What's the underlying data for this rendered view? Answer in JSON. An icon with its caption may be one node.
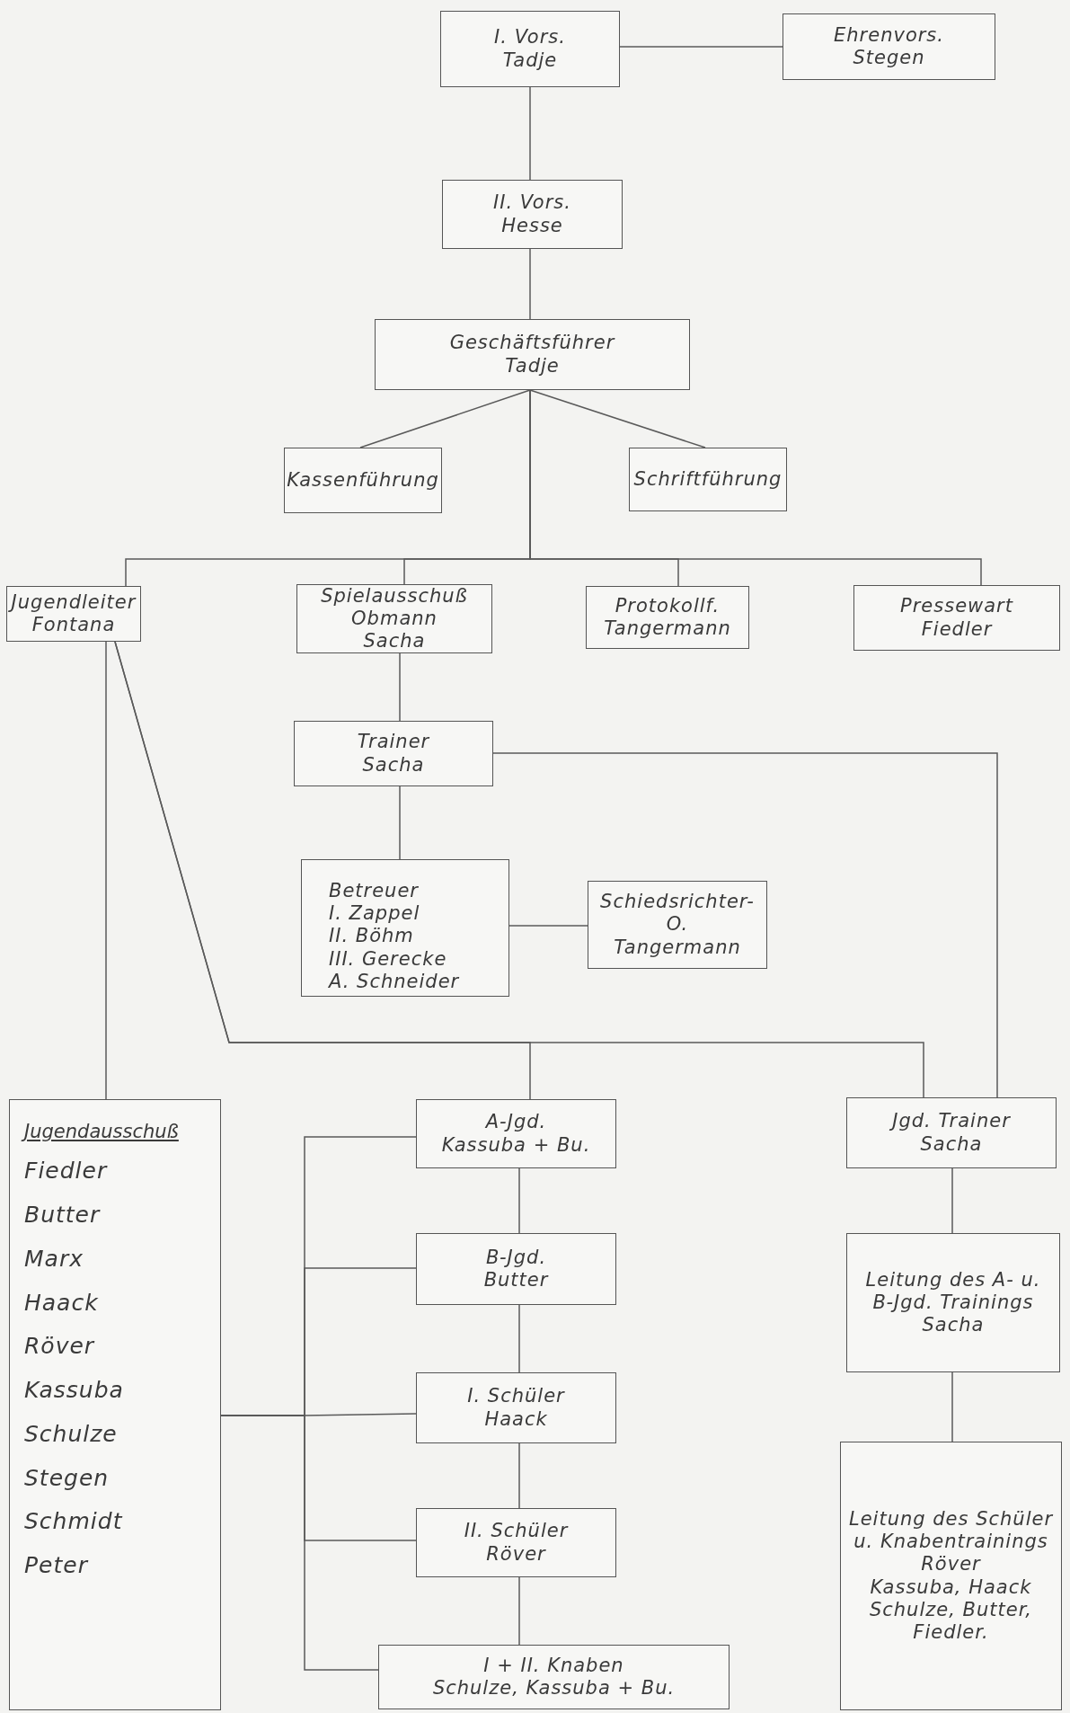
{
  "diagram": {
    "nodes": [
      {
        "text": [
          "I. Vors.",
          "Tadje"
        ]
      },
      {
        "text": [
          "Ehrenvors.",
          "Stegen"
        ]
      },
      {
        "text": [
          "II. Vors.",
          "Hesse"
        ]
      },
      {
        "text": [
          "Geschäftsführer",
          "Tadje"
        ]
      },
      {
        "text": [
          "Kassenführung"
        ]
      },
      {
        "text": [
          "Schriftführung"
        ]
      },
      {
        "text": [
          "Jugendleiter",
          "Fontana"
        ]
      },
      {
        "text": [
          "Spielausschuß Obmann",
          "Sacha"
        ]
      },
      {
        "text": [
          "Protokollf.",
          "Tangermann"
        ]
      },
      {
        "text": [
          "Pressewart",
          "Fiedler"
        ]
      },
      {
        "text": [
          "Trainer",
          "Sacha"
        ]
      },
      {
        "text": [
          "Betreuer",
          "I. Zappel",
          "II. Böhm",
          "III. Gerecke",
          "A. Schneider"
        ]
      },
      {
        "text": [
          "Schiedsrichter-O.",
          "Tangermann"
        ]
      },
      {
        "text": [
          "Jugendausschuß",
          "Fiedler",
          "Butter",
          "Marx",
          "Haack",
          "Röver",
          "Kassuba",
          "Schulze",
          "Stegen",
          "Schmidt",
          "Peter"
        ]
      },
      {
        "text": [
          "A-Jgd.",
          "Kassuba + Bu."
        ]
      },
      {
        "text": [
          "Jgd. Trainer",
          "Sacha"
        ]
      },
      {
        "text": [
          "B-Jgd.",
          "Butter"
        ]
      },
      {
        "text": [
          "Leitung des A- u. B-Jgd. Trainings",
          "Sacha"
        ]
      },
      {
        "text": [
          "I. Schüler",
          "Haack"
        ]
      },
      {
        "text": [
          "II. Schüler",
          "Röver"
        ]
      },
      {
        "text": [
          "Leitung des Schüler u. Knabentrainings",
          "Röver",
          "Kassuba, Haack Schulze, Butter, Fiedler."
        ]
      },
      {
        "text": [
          "I + II. Knaben",
          "Schulze, Kassuba + Bu."
        ]
      }
    ],
    "edges": [
      {
        "from": 0,
        "to": 1,
        "arrow": "none"
      },
      {
        "from": 0,
        "to": 2,
        "arrow": "none"
      },
      {
        "from": 2,
        "to": 3,
        "arrow": "none"
      },
      {
        "from": 3,
        "to": 4,
        "arrow": "none"
      },
      {
        "from": 3,
        "to": 5,
        "arrow": "none"
      },
      {
        "from": 3,
        "to": 6,
        "arrow": "none"
      },
      {
        "from": 3,
        "to": 7,
        "arrow": "none"
      },
      {
        "from": 3,
        "to": 8,
        "arrow": "none"
      },
      {
        "from": 3,
        "to": 9,
        "arrow": "none"
      },
      {
        "from": 7,
        "to": 10,
        "arrow": "none"
      },
      {
        "from": 10,
        "to": 11,
        "arrow": "none"
      },
      {
        "from": 11,
        "to": 12,
        "arrow": "none"
      },
      {
        "from": 10,
        "to": 15,
        "arrow": "none"
      },
      {
        "from": 6,
        "to": 13,
        "arrow": "none"
      },
      {
        "from": 6,
        "to": 14,
        "arrow": "none"
      },
      {
        "from": 6,
        "to": 15,
        "arrow": "none"
      },
      {
        "from": 14,
        "to": 16,
        "arrow": "none"
      },
      {
        "from": 16,
        "to": 18,
        "arrow": "none"
      },
      {
        "from": 18,
        "to": 19,
        "arrow": "none"
      },
      {
        "from": 19,
        "to": 21,
        "arrow": "none"
      },
      {
        "from": 13,
        "to": 14,
        "arrow": "none"
      },
      {
        "from": 13,
        "to": 16,
        "arrow": "none"
      },
      {
        "from": 13,
        "to": 18,
        "arrow": "none"
      },
      {
        "from": 13,
        "to": 19,
        "arrow": "none"
      },
      {
        "from": 13,
        "to": 21,
        "arrow": "none"
      },
      {
        "from": 15,
        "to": 17,
        "arrow": "none"
      },
      {
        "from": 17,
        "to": 20,
        "arrow": "none"
      }
    ]
  }
}
